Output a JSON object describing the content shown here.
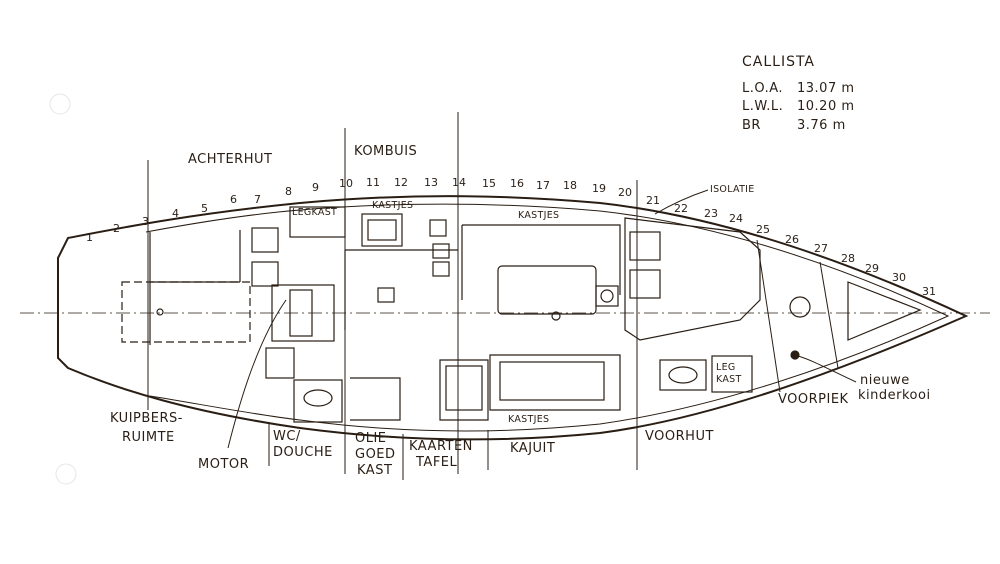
{
  "title": "CALLISTA",
  "specs": [
    {
      "label": "L.O.A.",
      "value": "13.07 m"
    },
    {
      "label": "L.W.L.",
      "value": "10.20 m"
    },
    {
      "label": "BR",
      "value": "3.76 m"
    }
  ],
  "stations": [
    "1",
    "2",
    "3",
    "4",
    "5",
    "6",
    "7",
    "8",
    "9",
    "10",
    "11",
    "12",
    "13",
    "14",
    "15",
    "16",
    "17",
    "18",
    "19",
    "20",
    "21",
    "22",
    "23",
    "24",
    "25",
    "26",
    "27",
    "28",
    "29",
    "30",
    "31"
  ],
  "labels": {
    "achterhut": "ACHTERHUT",
    "kombuis": "KOMBUIS",
    "isolatie": "ISOLATIE",
    "legkast_top": "LEGKAST",
    "kastjes_galley": "KASTJES",
    "kastjes_top": "KASTJES",
    "kastjes_bottom": "KASTJES",
    "legkast_fwd_1": "LEG",
    "legkast_fwd_2": "KAST",
    "kuipersruimte_1": "KUIPBERS-",
    "kuipersruimte_2": "RUIMTE",
    "motor": "MOTOR",
    "wc_1": "WC/",
    "wc_2": "DOUCHE",
    "olie_1": "OLIE",
    "olie_2": "GOED",
    "olie_3": "KAST",
    "kaarten_1": "KAARTEN",
    "kaarten_2": "TAFEL",
    "kajuit": "KAJUIT",
    "voorhut": "VOORHUT",
    "voorpiek": "VOORPIEK",
    "kinderkooi_1": "nieuwe",
    "kinderkooi_2": "kinderkooi"
  }
}
